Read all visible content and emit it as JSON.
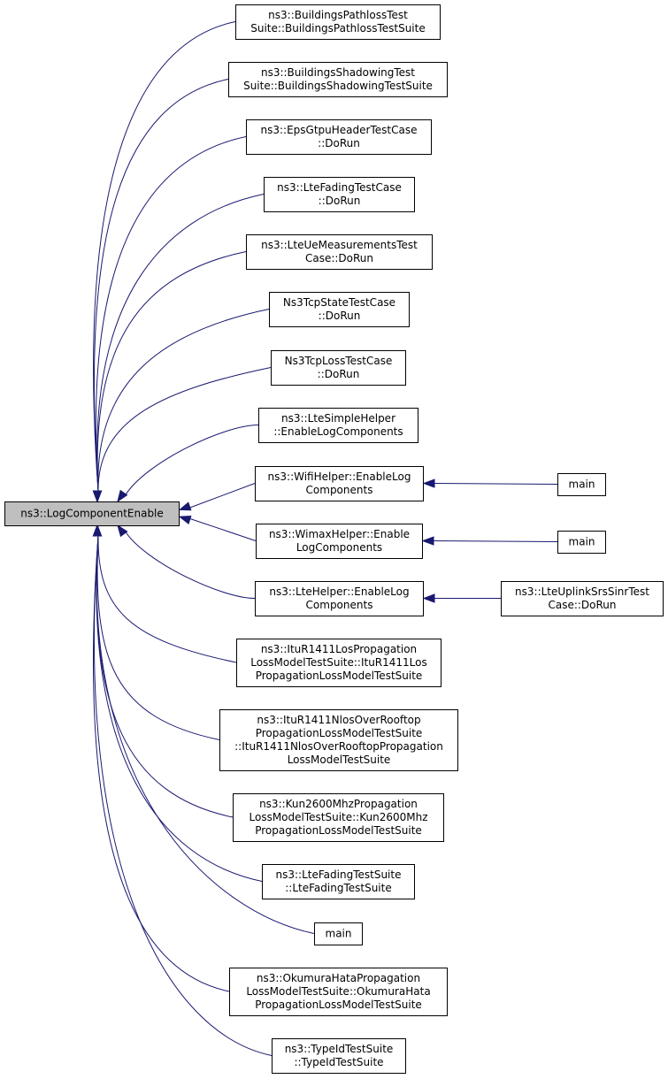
{
  "graph": {
    "root": {
      "lines": [
        "ns3::LogComponentEnable"
      ]
    },
    "callers": [
      {
        "lines": [
          "ns3::BuildingsPathlossTest",
          "Suite::BuildingsPathlossTestSuite"
        ]
      },
      {
        "lines": [
          "ns3::BuildingsShadowingTest",
          "Suite::BuildingsShadowingTestSuite"
        ]
      },
      {
        "lines": [
          "ns3::EpsGtpuHeaderTestCase",
          "::DoRun"
        ]
      },
      {
        "lines": [
          "ns3::LteFadingTestCase",
          "::DoRun"
        ]
      },
      {
        "lines": [
          "ns3::LteUeMeasurementsTest",
          "Case::DoRun"
        ]
      },
      {
        "lines": [
          "Ns3TcpStateTestCase",
          "::DoRun"
        ]
      },
      {
        "lines": [
          "Ns3TcpLossTestCase",
          "::DoRun"
        ]
      },
      {
        "lines": [
          "ns3::LteSimpleHelper",
          "::EnableLogComponents"
        ]
      },
      {
        "lines": [
          "ns3::WifiHelper::EnableLog",
          "Components"
        ]
      },
      {
        "lines": [
          "ns3::WimaxHelper::Enable",
          "LogComponents"
        ]
      },
      {
        "lines": [
          "ns3::LteHelper::EnableLog",
          "Components"
        ]
      },
      {
        "lines": [
          "ns3::ItuR1411LosPropagation",
          "LossModelTestSuite::ItuR1411Los",
          "PropagationLossModelTestSuite"
        ]
      },
      {
        "lines": [
          "ns3::ItuR1411NlosOverRooftop",
          "PropagationLossModelTestSuite",
          "::ItuR1411NlosOverRooftopPropagation",
          "LossModelTestSuite"
        ]
      },
      {
        "lines": [
          "ns3::Kun2600MhzPropagation",
          "LossModelTestSuite::Kun2600Mhz",
          "PropagationLossModelTestSuite"
        ]
      },
      {
        "lines": [
          "ns3::LteFadingTestSuite",
          "::LteFadingTestSuite"
        ]
      },
      {
        "lines": [
          "main"
        ]
      },
      {
        "lines": [
          "ns3::OkumuraHataPropagation",
          "LossModelTestSuite::OkumuraHata",
          "PropagationLossModelTestSuite"
        ]
      },
      {
        "lines": [
          "ns3::TypeIdTestSuite",
          "::TypeIdTestSuite"
        ]
      }
    ],
    "second_level": [
      {
        "lines": [
          "main"
        ],
        "calls": 8
      },
      {
        "lines": [
          "main"
        ],
        "calls": 9
      },
      {
        "lines": [
          "ns3::LteUplinkSrsSinrTest",
          "Case::DoRun"
        ],
        "calls": 10
      }
    ]
  }
}
